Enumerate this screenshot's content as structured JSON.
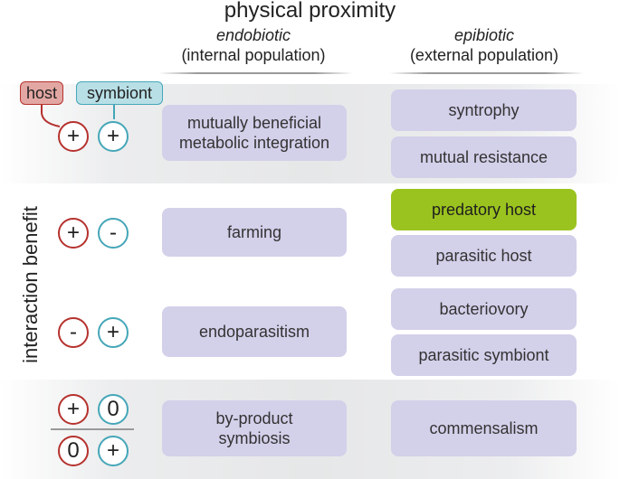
{
  "title": "physical proximity",
  "axis_label": "interaction benefit",
  "columns": {
    "endo": {
      "title": "endobiotic",
      "subtitle": "(internal population)"
    },
    "epi": {
      "title": "epibiotic",
      "subtitle": "(external population)"
    }
  },
  "legend": {
    "host": "host",
    "symbiont": "symbiont"
  },
  "colors": {
    "band": "#e6e7e8",
    "box": "#d3d0ea",
    "highlight": "#9bc31f",
    "host": "#b5322e",
    "symbiont": "#45a6b8"
  },
  "rows": [
    {
      "host_sign": "+",
      "symbiont_sign": "+",
      "endo": "mutually beneficial metabolic integration",
      "epi": [
        "syntrophy",
        "mutual resistance"
      ]
    },
    {
      "host_sign": "+",
      "symbiont_sign": "-",
      "endo": "farming",
      "epi": [
        "predatory host",
        "parasitic host"
      ]
    },
    {
      "host_sign": "-",
      "symbiont_sign": "+",
      "endo": "endoparasitism",
      "epi": [
        "bacteriovory",
        "parasitic symbiont"
      ]
    },
    {
      "top": {
        "host_sign": "+",
        "symbiont_sign": "0"
      },
      "bottom": {
        "host_sign": "0",
        "symbiont_sign": "+"
      },
      "endo": "by-product symbiosis",
      "epi": [
        "commensalism"
      ]
    }
  ]
}
